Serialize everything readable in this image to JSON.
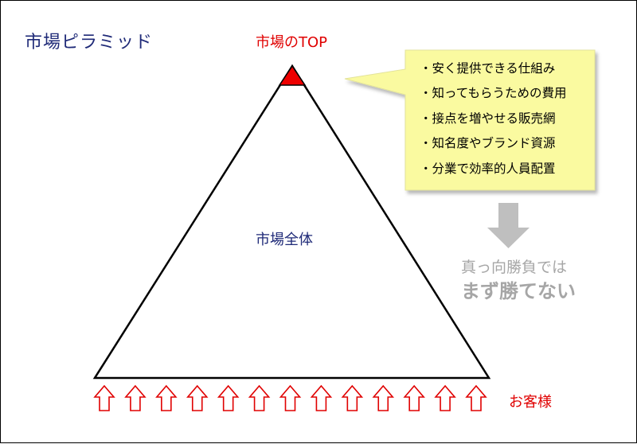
{
  "title": "市場ピラミッド",
  "pyramid": {
    "top_label": "市場のTOP",
    "body_label": "市場全体"
  },
  "callout": {
    "items": [
      "・安く提供できる仕組み",
      "・知ってもらうための費用",
      "・接点を増やせる販売網",
      "・知名度やブランド資源",
      "・分業で効率的人員配置"
    ]
  },
  "caption": {
    "line1": "真っ向勝負では",
    "line2": "まず勝てない"
  },
  "customers": {
    "label": "お客様",
    "arrow_count": 13
  },
  "colors": {
    "title": "#1f2a78",
    "accent_red": "#e00000",
    "callout_fill": "#fafaa0",
    "down_arrow": "#bfbfbf",
    "caption": "#a6a6a6"
  }
}
